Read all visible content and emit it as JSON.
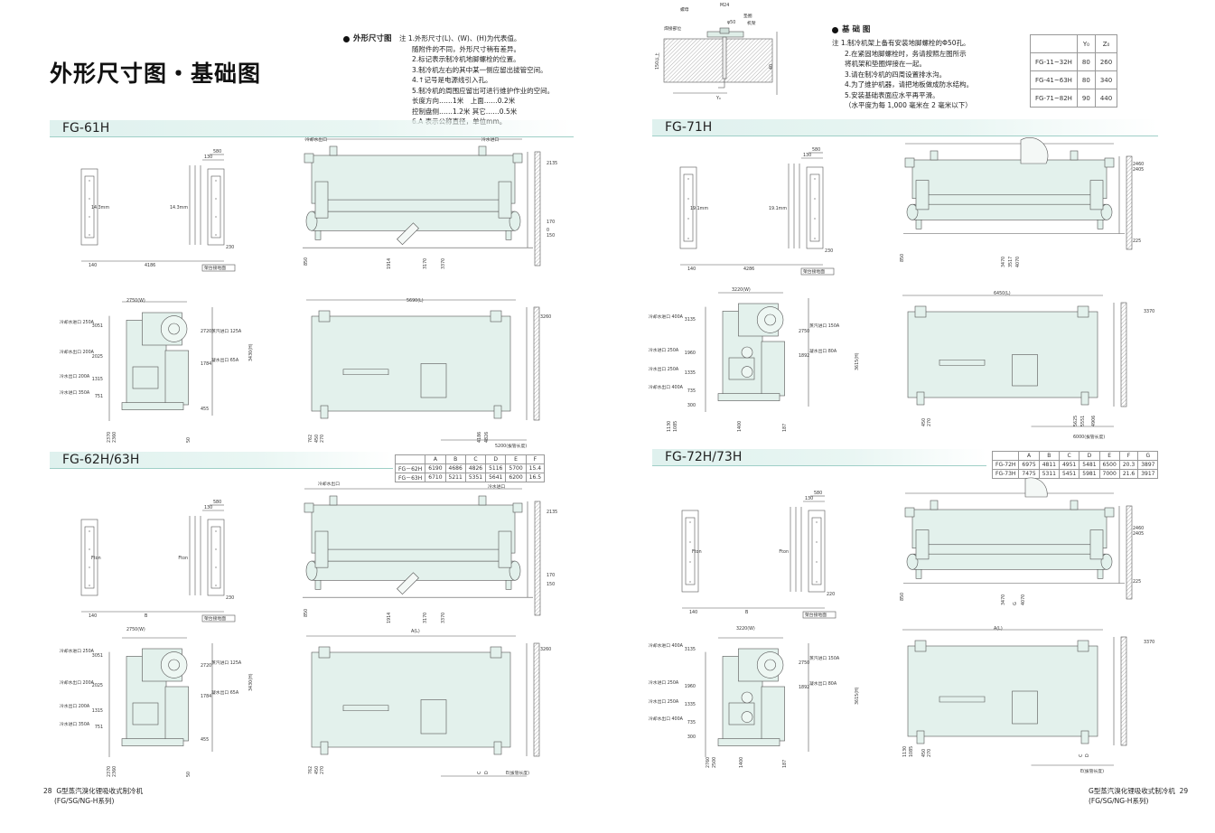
{
  "title": "外形尺寸图・基础图",
  "dim_notes": {
    "heading": "外形尺寸图",
    "lines": [
      "注 1.外形尺寸(L)、(W)、(H)为代表值。",
      "随附件的不同，外形尺寸稍有差异。",
      "2.标记表示制冷机地脚螺栓的位置。",
      "3.制冷机左右的其中某一侧应留出拔管空间。",
      "4.↑记号是电源线引入孔。",
      "5.制冷机的周围应留出可进行维护作业的空间。",
      "长度方向……1米　上面……0.2米",
      "控制盘侧……1.2米 其它……0.5米",
      "6.A 表示公称直径，单位mm。"
    ]
  },
  "found_notes": {
    "heading": "基 础 图",
    "lines": [
      "注 1.制冷机架上备有安装地脚螺栓的Φ50孔。",
      "2.在紧固地脚螺栓时，务请按照左图所示",
      "将机架和垫圈焊接在一起。",
      "3.请在制冷机的四周设置排水沟。",
      "4.为了维护机器，请把地板做成防水结构。",
      "5.安装基础表面应水平再平滑。",
      "（水平度为每 1,000 毫米在 2 毫米以下）"
    ]
  },
  "y_table": {
    "header": [
      "",
      "Y₀",
      "Z₀"
    ],
    "rows": [
      [
        "FG-11~32H",
        "80",
        "260"
      ],
      [
        "FG-41~63H",
        "80",
        "340"
      ],
      [
        "FG-71~82H",
        "90",
        "440"
      ]
    ]
  },
  "bolt_labels": {
    "nut": "螺母",
    "m24": "M24",
    "washer": "垫圈",
    "frame": "机架",
    "weld": "焊接部位",
    "d": "φ50",
    "y0": "Y₀",
    "z": "40",
    "h": "150以上"
  },
  "sections": [
    {
      "label": "FG-61H",
      "key": "s61"
    },
    {
      "label": "FG-62H/63H",
      "key": "s62"
    },
    {
      "label": "FG-71H",
      "key": "s71"
    },
    {
      "label": "FG-72H/73H",
      "key": "s72"
    }
  ],
  "t62": {
    "header": [
      "",
      "A",
      "B",
      "C",
      "D",
      "E",
      "F"
    ],
    "rows": [
      [
        "FG－62H",
        "6190",
        "4686",
        "4826",
        "5116",
        "5700",
        "15.4"
      ],
      [
        "FG－63H",
        "6710",
        "5211",
        "5351",
        "5641",
        "6200",
        "16.5"
      ]
    ]
  },
  "t72": {
    "header": [
      "",
      "A",
      "B",
      "C",
      "D",
      "E",
      "F",
      "G"
    ],
    "rows": [
      [
        "FG-72H",
        "6975",
        "4811",
        "4951",
        "5481",
        "6500",
        "20.3",
        "3897"
      ],
      [
        "FG-73H",
        "7475",
        "5311",
        "5451",
        "5981",
        "7000",
        "21.6",
        "3917"
      ]
    ]
  },
  "dims": {
    "s61": {
      "pad": "14.3mm",
      "w580": "580",
      "w130": "130",
      "b": "4186",
      "g140": "140",
      "g230": "230",
      "base": "架台接地面",
      "h2135": "2135",
      "h170": "170",
      "h0": "0",
      "h150": "150",
      "l": "5690(L)",
      "w": "2750(W)",
      "h3260": "3260",
      "h3430": "3430(H)",
      "d1": "3051",
      "d2": "2025",
      "d3": "1315",
      "d4": "751",
      "d5": "455",
      "r1": "2720",
      "r2": "1784",
      "cw": "冷却水进口 250A",
      "cwo": "冷却水出口 200A",
      "cho": "冷水出口 200A",
      "chi": "冷水进口 350A",
      "st": "蒸汽进口 125A",
      "dr": "凝水出口 65A",
      "tube": "5200(拔管长度)",
      "top1": "冷却水出口",
      "top2": "冷水进口"
    },
    "s62": {
      "pad": "Fton",
      "b": "B",
      "a": "A(L)",
      "e": "E(拔管长度)"
    },
    "s71": {
      "pad": "19.1mm",
      "b": "4286",
      "l": "6450(L)",
      "w": "3220(W)",
      "h": "3615(H)",
      "h3370": "3370",
      "tube": "6000(拔管长度)",
      "cw": "冷却水进口 400A",
      "ch1": "冷水进口 250A",
      "ch2": "冷水出口 250A",
      "cwo": "冷却水出口 400A",
      "st": "蒸汽进口 150A",
      "dr": "凝水出口 80A",
      "d1": "3135",
      "d2": "1960",
      "d3": "1335",
      "d4": "735",
      "d5": "300",
      "r1": "2750",
      "r2": "1892",
      "h2460": "2460",
      "h2405": "2405",
      "h225": "225"
    },
    "s72": {
      "pad": "Fton",
      "b": "B",
      "a": "A(L)",
      "w": "3220(W)",
      "e": "E(拔管长度)",
      "c220": "220",
      "g140": "140",
      "g": "G"
    }
  },
  "footer_left": {
    "page": "28",
    "l1": "G型蒸汽溴化锂吸收式制冷机",
    "l2": "(FG/SG/NG-H系列)"
  },
  "footer_right": {
    "page": "29",
    "l1": "G型蒸汽溴化锂吸收式制冷机",
    "l2": "(FG/SG/NG-H系列)"
  }
}
